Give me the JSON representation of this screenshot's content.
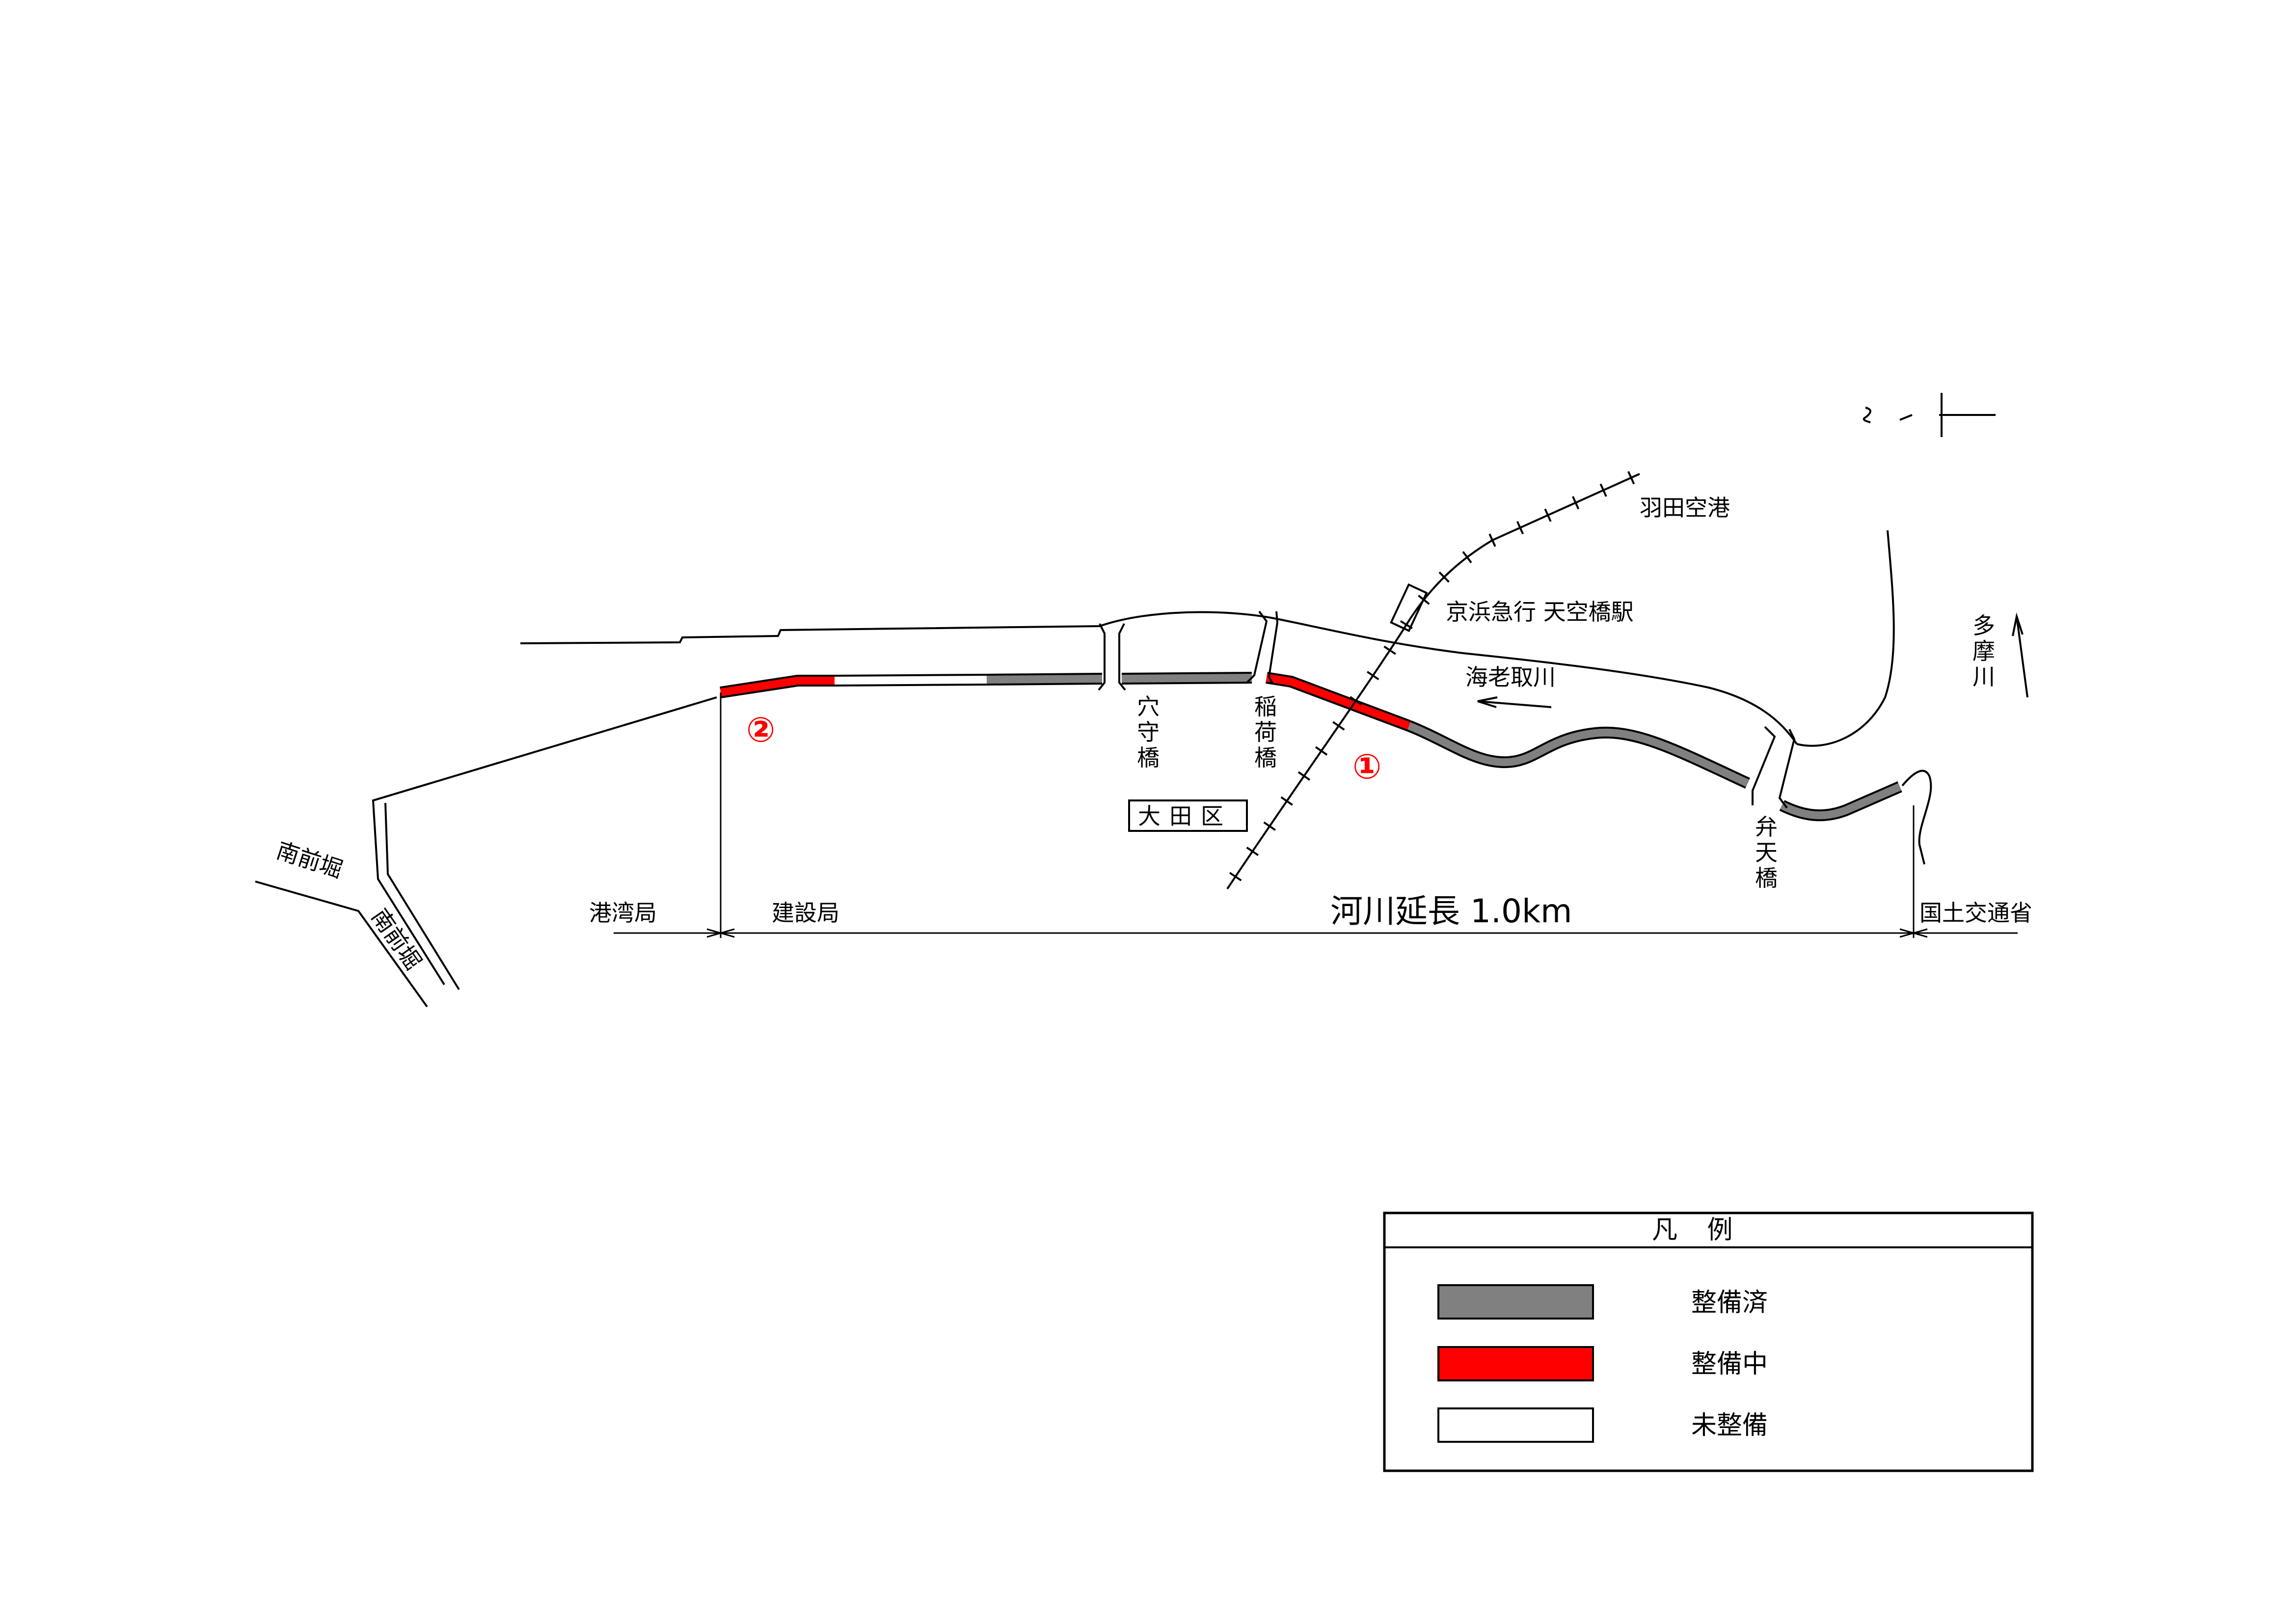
{
  "colors": {
    "done": "#808080",
    "in_progress": "#ff0000",
    "not_done": "#ffffff",
    "outline": "#000000"
  },
  "labels": {
    "haneda_airport": "羽田空港",
    "station": "京浜急行 天空橋駅",
    "river_name": "海老取川",
    "tama_river": "多摩川",
    "anamori_bridge": "穴守橋",
    "inari_bridge": "稲荷橋",
    "benten_bridge": "弁天橋",
    "ota_ward": "大田区",
    "minamimaebori_1": "南前堀",
    "minamimaebori_2": "南前堀",
    "port_bureau": "港湾局",
    "construction_bureau": "建設局",
    "river_length": "河川延長 1.0km",
    "mlit": "国土交通省"
  },
  "markers": {
    "marker_1": "①",
    "marker_2": "②"
  },
  "legend": {
    "title": "凡 例",
    "items": [
      {
        "label": "整備済",
        "color": "#808080"
      },
      {
        "label": "整備中",
        "color": "#ff0000"
      },
      {
        "label": "未整備",
        "color": "#ffffff"
      }
    ]
  }
}
